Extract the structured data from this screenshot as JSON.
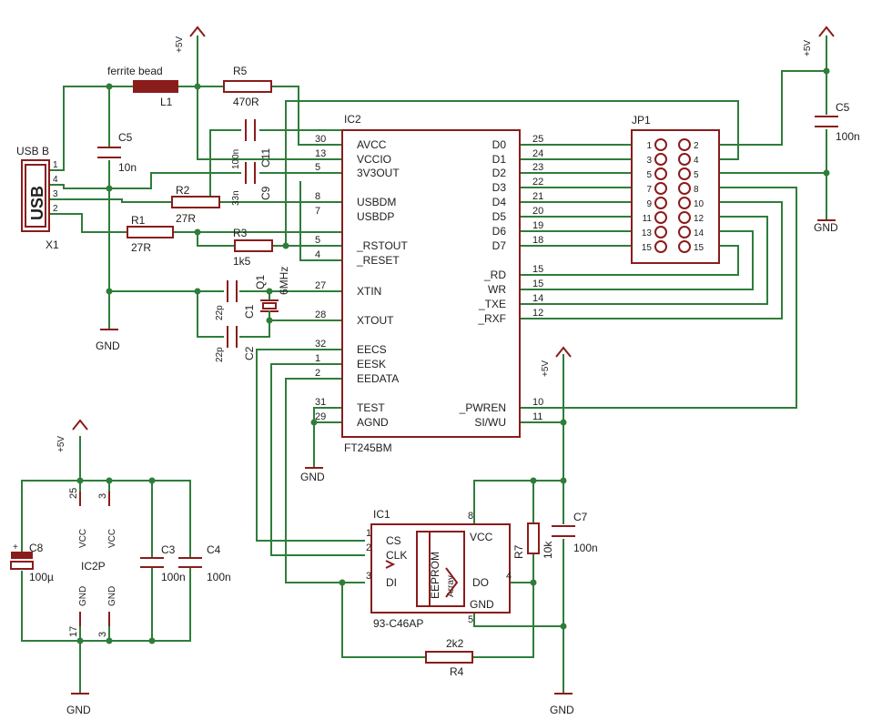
{
  "power": {
    "vcc": "+5V",
    "gnd": "GND"
  },
  "usb": {
    "title": "USB B",
    "body": "USB",
    "ref": "X1",
    "pins": [
      "1",
      "4",
      "3",
      "2"
    ]
  },
  "l1": {
    "value": "ferrite bead",
    "ref": "L1"
  },
  "r5": {
    "ref": "R5",
    "value": "470R"
  },
  "r2": {
    "ref": "R2",
    "value": "27R"
  },
  "r1": {
    "ref": "R1",
    "value": "27R"
  },
  "r3": {
    "ref": "R3",
    "value": "1k5"
  },
  "r4": {
    "ref": "R4",
    "value": "2k2"
  },
  "r7": {
    "ref": "R7",
    "value": "10k"
  },
  "c5a": {
    "ref": "C5",
    "value": "10n"
  },
  "c5b": {
    "ref": "C5",
    "value": "100n"
  },
  "c11": {
    "ref": "C11",
    "value": "100n"
  },
  "c9": {
    "ref": "C9",
    "value": "33n"
  },
  "c1": {
    "ref": "C1",
    "value": "22p"
  },
  "c2": {
    "ref": "C2",
    "value": "22p"
  },
  "c3": {
    "ref": "C3",
    "value": "100n"
  },
  "c4": {
    "ref": "C4",
    "value": "100n"
  },
  "c7": {
    "ref": "C7",
    "value": "100n"
  },
  "c8": {
    "ref": "C8",
    "value": "100µ"
  },
  "q1": {
    "ref": "Q1",
    "value": "6MHz"
  },
  "ic2": {
    "ref": "IC2",
    "part": "FT245BM",
    "left": [
      {
        "num": "30",
        "name": "AVCC"
      },
      {
        "num": "13",
        "name": "VCCIO"
      },
      {
        "num": "5",
        "name": "3V3OUT"
      },
      {
        "num": "8",
        "name": "USBDM"
      },
      {
        "num": "7",
        "name": "USBDP"
      },
      {
        "num": "5",
        "name": "_RSTOUT"
      },
      {
        "num": "4",
        "name": "_RESET"
      },
      {
        "num": "27",
        "name": "XTIN"
      },
      {
        "num": "28",
        "name": "XTOUT"
      },
      {
        "num": "32",
        "name": "EECS"
      },
      {
        "num": "1",
        "name": "EESK"
      },
      {
        "num": "2",
        "name": "EEDATA"
      },
      {
        "num": "31",
        "name": "TEST"
      },
      {
        "num": "29",
        "name": "AGND"
      }
    ],
    "right": [
      {
        "num": "25",
        "name": "D0"
      },
      {
        "num": "24",
        "name": "D1"
      },
      {
        "num": "23",
        "name": "D2"
      },
      {
        "num": "22",
        "name": "D3"
      },
      {
        "num": "21",
        "name": "D4"
      },
      {
        "num": "20",
        "name": "D5"
      },
      {
        "num": "19",
        "name": "D6"
      },
      {
        "num": "18",
        "name": "D7"
      },
      {
        "num": "15",
        "name": "_RD"
      },
      {
        "num": "15",
        "name": "WR"
      },
      {
        "num": "14",
        "name": "_TXE"
      },
      {
        "num": "12",
        "name": "_RXF"
      },
      {
        "num": "10",
        "name": "_PWREN"
      },
      {
        "num": "11",
        "name": "SI/WU"
      }
    ]
  },
  "jp1": {
    "ref": "JP1",
    "odd": [
      "1",
      "3",
      "5",
      "7",
      "9",
      "11",
      "13",
      "15"
    ],
    "even": [
      "2",
      "4",
      "5",
      "8",
      "10",
      "12",
      "14",
      "15"
    ]
  },
  "ic1": {
    "ref": "IC1",
    "part": "93-C46AP",
    "cs": "CS",
    "clk": "CLK",
    "di": "DI",
    "do": "DO",
    "vcc": "VCC",
    "gnd": "GND",
    "eeprom": "EEPROM",
    "array": "Array",
    "pins": {
      "cs": "1",
      "clk": "2",
      "di": "3",
      "do": "4",
      "vcc": "8",
      "gnd": "5"
    }
  },
  "ic2p": {
    "ref": "IC2P",
    "vcc": "VCC",
    "gnd": "GND",
    "pins": [
      "25",
      "3",
      "17",
      "3"
    ]
  }
}
